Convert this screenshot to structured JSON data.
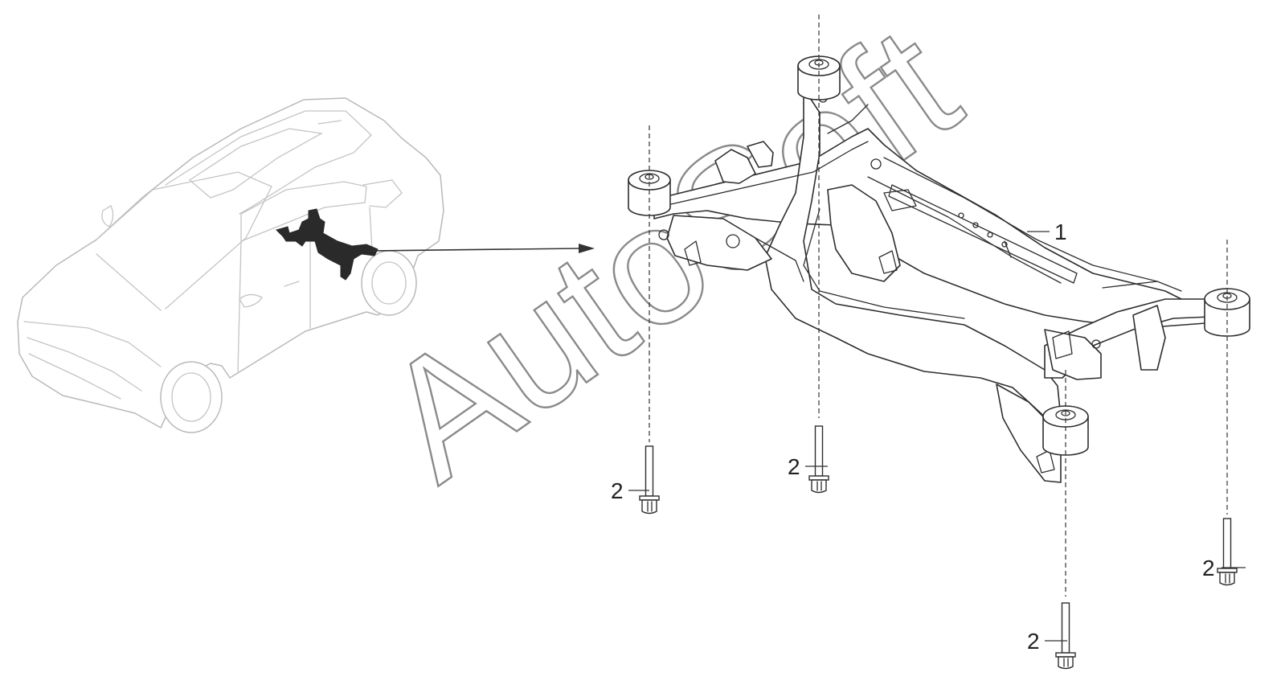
{
  "diagram": {
    "watermark": "AutoSoft",
    "callouts": {
      "subframe": "1",
      "bolt": "2"
    },
    "colors": {
      "line": "#2e2e2e",
      "vehicle_outline": "#b9b9b9",
      "highlight": "#2a2a2a",
      "watermark": "#8a8a8a",
      "background": "#ffffff"
    }
  }
}
